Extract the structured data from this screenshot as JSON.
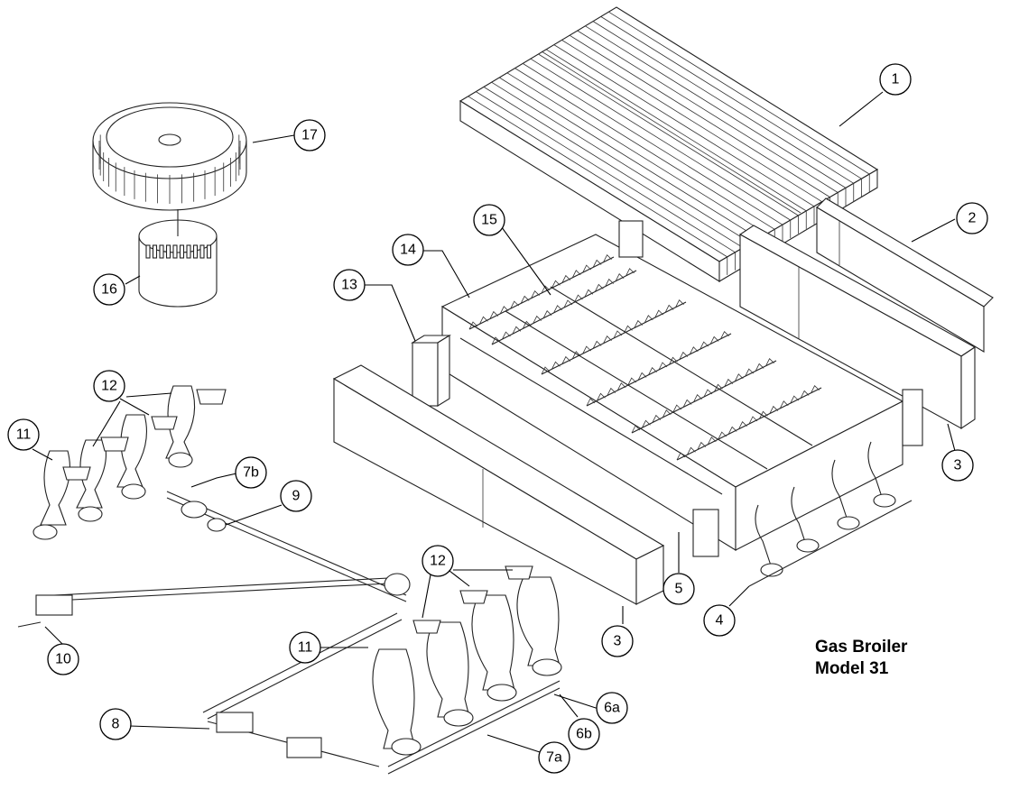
{
  "title": {
    "line1": "Gas Broiler",
    "line2": "Model 31"
  },
  "callouts": [
    {
      "label": "1"
    },
    {
      "label": "2"
    },
    {
      "label": "3"
    },
    {
      "label": "3"
    },
    {
      "label": "4"
    },
    {
      "label": "5"
    },
    {
      "label": "6a"
    },
    {
      "label": "6b"
    },
    {
      "label": "7a"
    },
    {
      "label": "7b"
    },
    {
      "label": "8"
    },
    {
      "label": "9"
    },
    {
      "label": "10"
    },
    {
      "label": "11"
    },
    {
      "label": "11"
    },
    {
      "label": "12"
    },
    {
      "label": "12"
    },
    {
      "label": "13"
    },
    {
      "label": "14"
    },
    {
      "label": "15"
    },
    {
      "label": "16"
    },
    {
      "label": "17"
    }
  ]
}
